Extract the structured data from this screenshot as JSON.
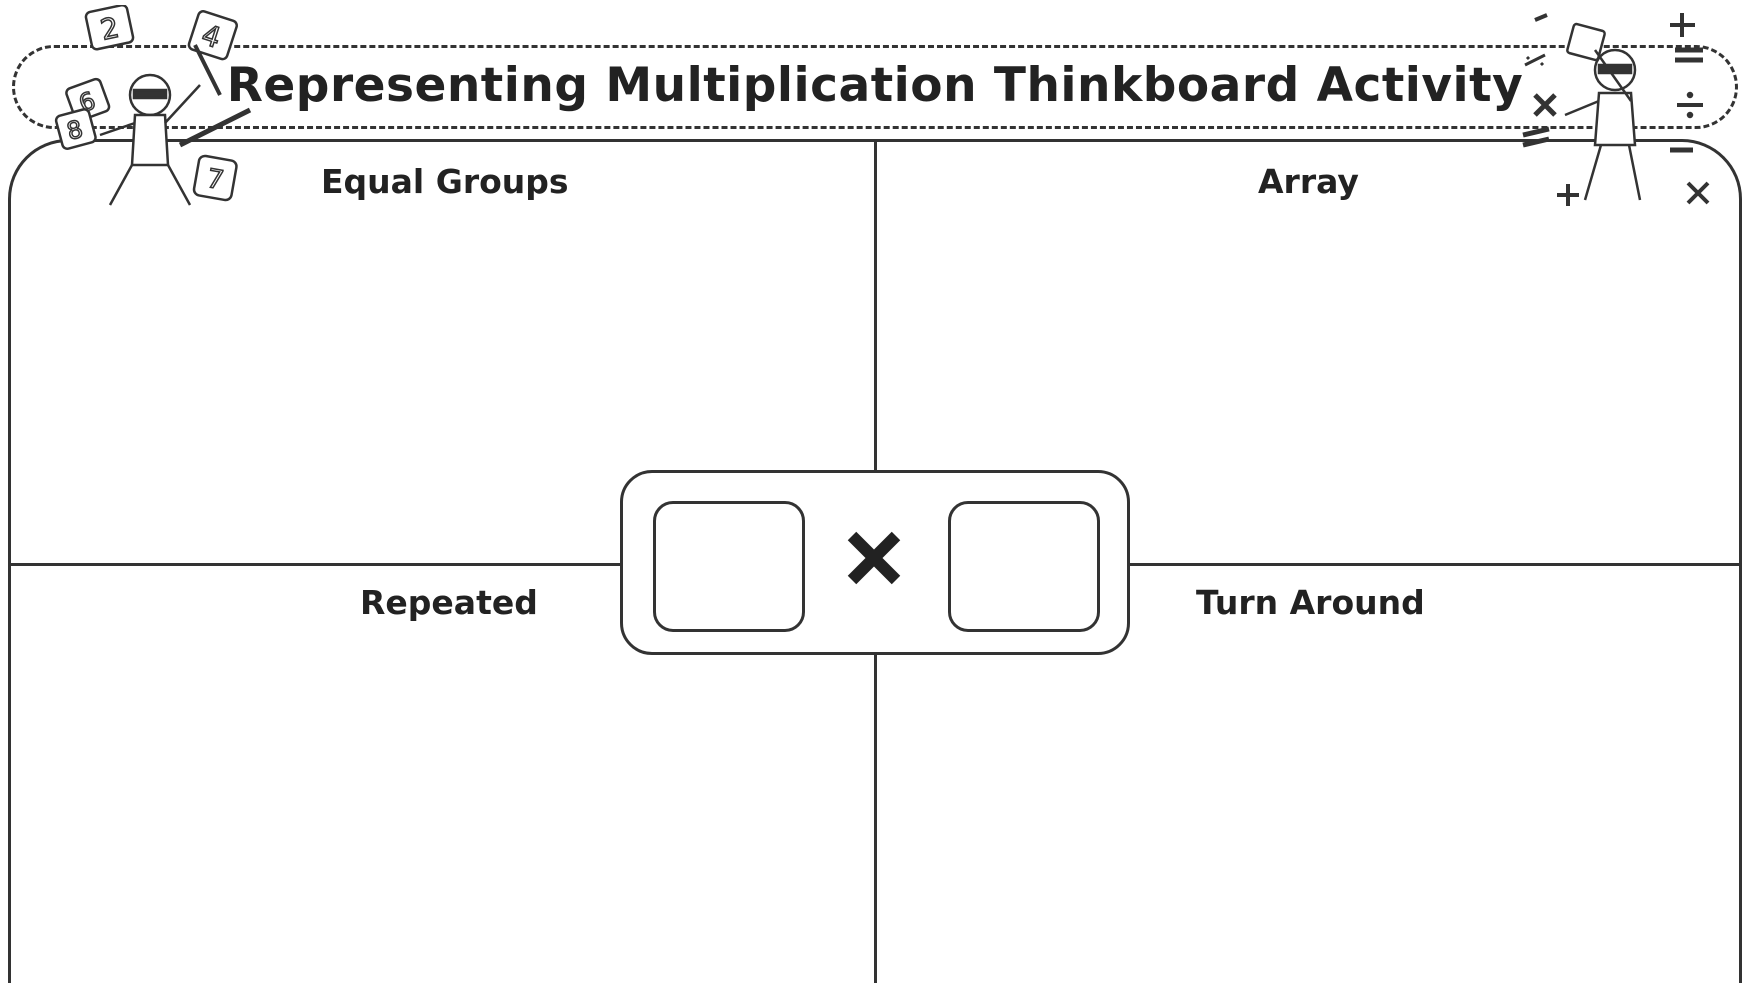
{
  "title": "Representing Multiplication Thinkboard Activity",
  "quadrants": {
    "top_left": "Equal Groups",
    "top_right": "Array",
    "bottom_left": "Repeated",
    "bottom_right": "Turn Around"
  },
  "center": {
    "operator_icon": "multiply-icon",
    "left_slot": "",
    "right_slot": ""
  },
  "decorations": {
    "left_mascot": "ninja-boy-icon",
    "right_mascot": "ninja-girl-icon",
    "number_cards": [
      "2",
      "4",
      "6",
      "8",
      "7"
    ],
    "math_symbols": [
      "−",
      "+",
      "%",
      "=",
      "×",
      "÷"
    ]
  },
  "colors": {
    "ink": "#333333",
    "paper": "#ffffff"
  }
}
